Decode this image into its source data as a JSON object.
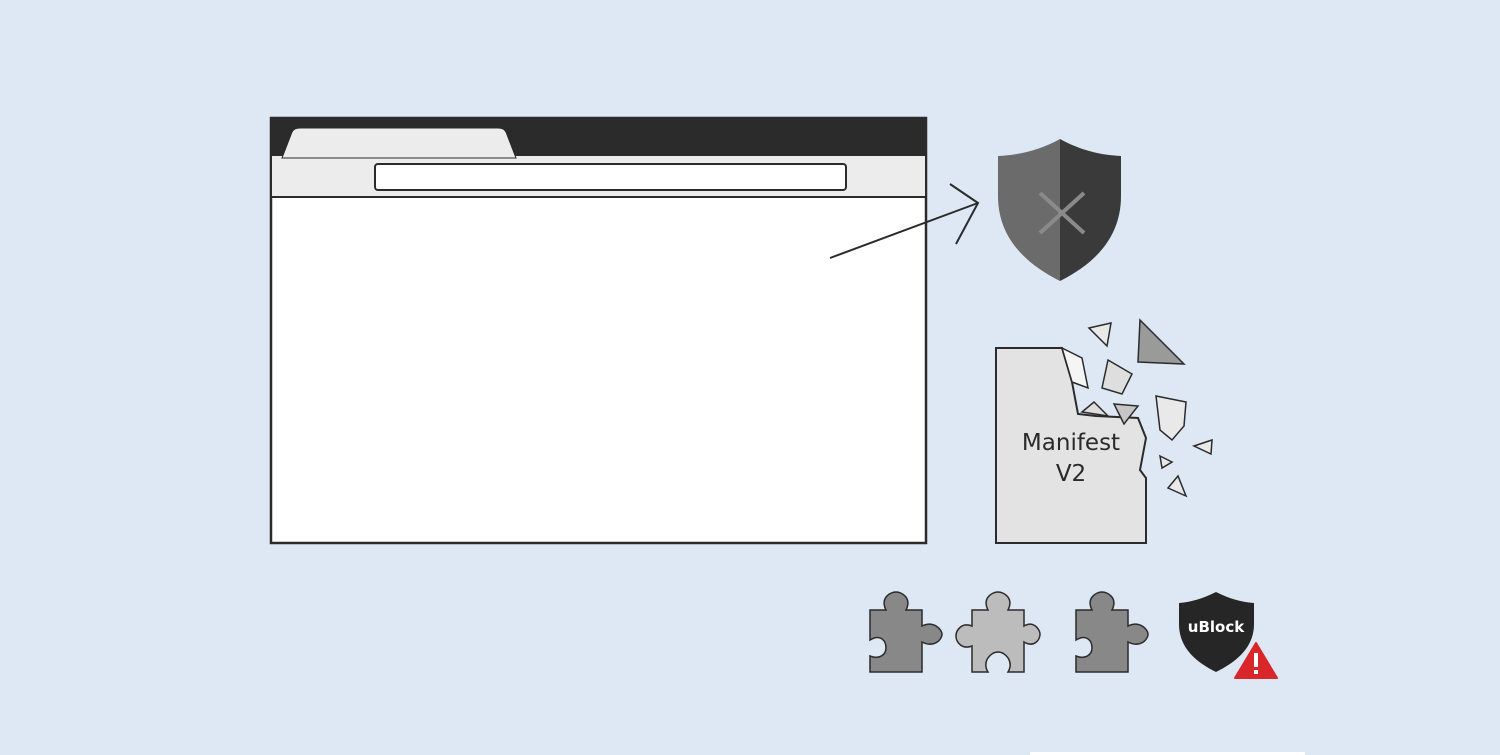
{
  "manifest": {
    "line1": "Manifest",
    "line2": "V2"
  },
  "ublock": {
    "label": "uBlock"
  },
  "icons": {
    "shield": "shield-x-icon",
    "warning": "warning-icon",
    "puzzle": "puzzle-piece-icon"
  },
  "colors": {
    "background": "#dde8f4",
    "browser_frame": "#2b2b2b",
    "shield_dark": "#3a3a3a",
    "shield_light": "#6b6b6b",
    "warning": "#d8262b",
    "page": "#e3e3e3"
  }
}
